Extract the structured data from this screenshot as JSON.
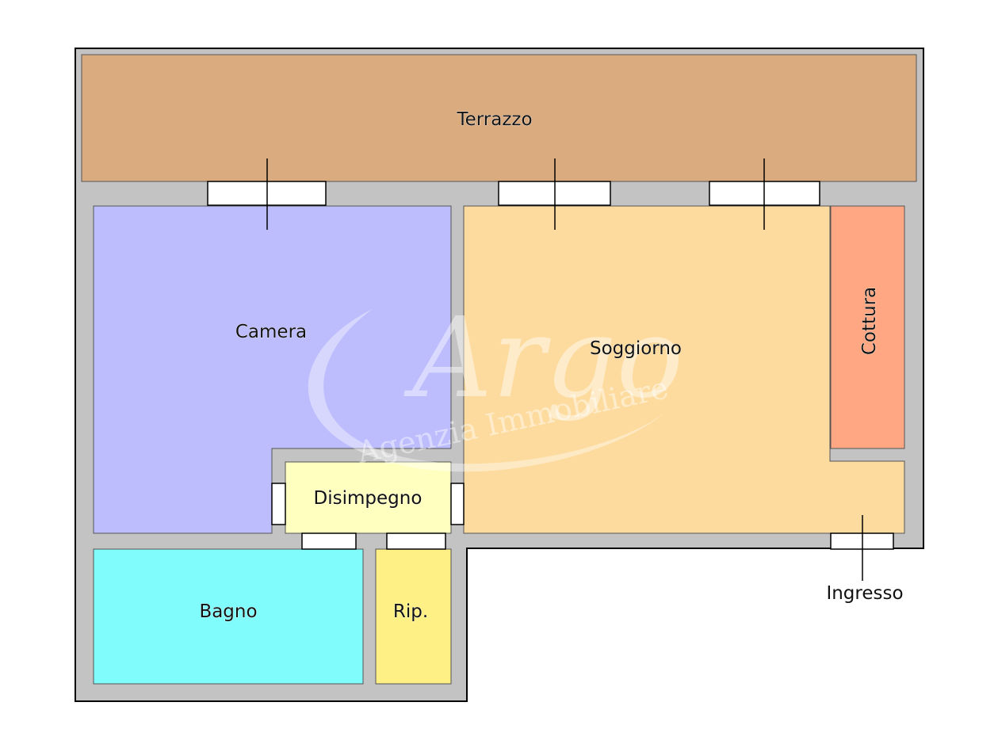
{
  "rooms": {
    "terrazzo": "Terrazzo",
    "camera": "Camera",
    "soggiorno": "Soggiorno",
    "cottura": "Cottura",
    "disimpegno": "Disimpegno",
    "bagno": "Bagno",
    "ripostiglio": "Rip.",
    "ingresso": "Ingresso"
  },
  "watermark": {
    "logo": "Argo",
    "subtitle": "Agenzia Immobiliare"
  },
  "colors": {
    "wall": "#c3c3c3",
    "terrazzo": "#dbab80",
    "camera": "#bdbdfe",
    "soggiorno": "#fddb9e",
    "cottura": "#fea782",
    "disimpegno": "#ffffc0",
    "bagno": "#80fcfc",
    "ripostiglio": "#fef085"
  }
}
